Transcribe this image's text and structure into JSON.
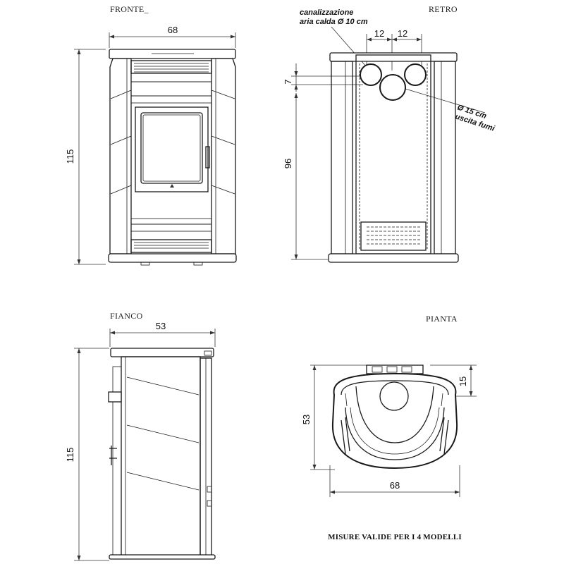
{
  "views": {
    "front": {
      "title": "FRONTE_",
      "width_label": "68",
      "height_label": "115"
    },
    "rear": {
      "title": "RETRO",
      "duct_label_line1": "canalizzazione",
      "duct_label_line2": "aria calda Ø 10 cm",
      "spacing_left": "12",
      "spacing_right": "12",
      "offset_label": "7",
      "height_label": "96",
      "flue_label_line1": "Ø 15 cm",
      "flue_label_line2": "uscita fumi"
    },
    "side": {
      "title": "FIANCO",
      "depth_label": "53",
      "height_label": "115"
    },
    "plan": {
      "title": "PIANTA",
      "depth_label": "53",
      "width_label": "68",
      "offset_label": "15"
    }
  },
  "note": "MISURE VALIDE PER I 4 MODELLI"
}
